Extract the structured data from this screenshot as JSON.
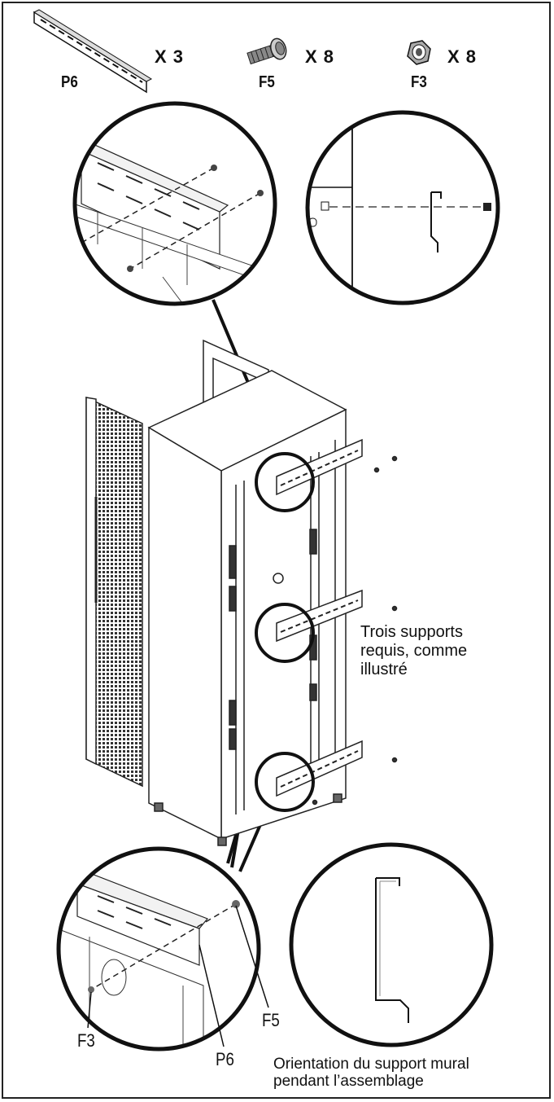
{
  "parts": [
    {
      "id": "P6",
      "qty": "X 3",
      "icon": "mounting-rail-icon"
    },
    {
      "id": "F5",
      "qty": "X 8",
      "icon": "bolt-icon"
    },
    {
      "id": "F3",
      "qty": "X 8",
      "icon": "nut-icon"
    }
  ],
  "callout_text": [
    "Trois supports",
    "requis, comme",
    "illustré"
  ],
  "detail_labels": {
    "f5": "F5",
    "f3": "F3",
    "p6": "P6"
  },
  "orientation_note": [
    "Orientation du support mural",
    "pendant l’assemblage"
  ]
}
